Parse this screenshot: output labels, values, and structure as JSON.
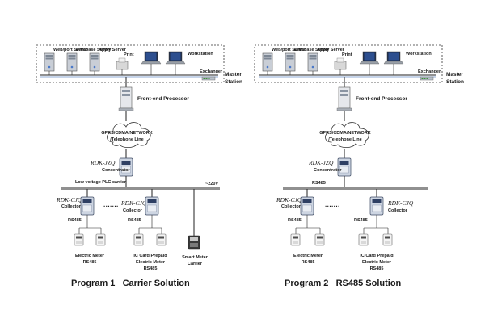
{
  "panels": [
    {
      "servers": [
        "Web/port Server",
        "Database Server",
        "Apply Server",
        "Print"
      ],
      "workstation": "Workstation",
      "exchanger": "Exchanger",
      "master_station": [
        "Master",
        "Station"
      ],
      "front_end": "Front-end Processor",
      "network": [
        "GPRS/CDMA/NETWORK",
        "/Telephone Line"
      ],
      "concentrator": {
        "model": "RDK-JZQ",
        "label": "Concentrator"
      },
      "bus_label": "Low voltage PLC carrier",
      "bus_right_label": "~220V",
      "collectors": [
        {
          "model": "RDK-CJQ",
          "label": "Collector",
          "port": "RS485"
        },
        {
          "model": "RDK-CJQ",
          "label": "Collector",
          "port": "RS485"
        }
      ],
      "ellipsis": "·······",
      "meter_groups": [
        [
          "Electric Meter",
          "RS485"
        ],
        [
          "IC Card Prepaid",
          "Electric Meter",
          "RS485"
        ],
        [
          "Smart Meter",
          "Carrier"
        ]
      ],
      "title": "Program 1   Carrier Solution"
    },
    {
      "servers": [
        "Web/port Server",
        "Database Server",
        "Apply Server",
        "Print"
      ],
      "workstation": "Workstation",
      "exchanger": "Exchanger",
      "master_station": [
        "Master",
        "Station"
      ],
      "front_end": "Front-end Processor",
      "network": [
        "GPRS/CDMA/NETWORK",
        "/Telephone Line"
      ],
      "concentrator": {
        "model": "RDK-JZQ",
        "label": "Concentrator"
      },
      "bus_label": "RS485",
      "collectors": [
        {
          "model": "RDK-CJQ",
          "label": "Collector",
          "port": "RS485"
        },
        {
          "model": "RDK-CJQ",
          "label": "Collector",
          "port": "RS485"
        }
      ],
      "ellipsis": "·······",
      "meter_groups": [
        [
          "Electric Meter",
          "RS485"
        ],
        [
          "IC Card Prepaid",
          "Electric Meter",
          "RS485"
        ]
      ],
      "title": "Program 2   RS485 Solution"
    }
  ]
}
